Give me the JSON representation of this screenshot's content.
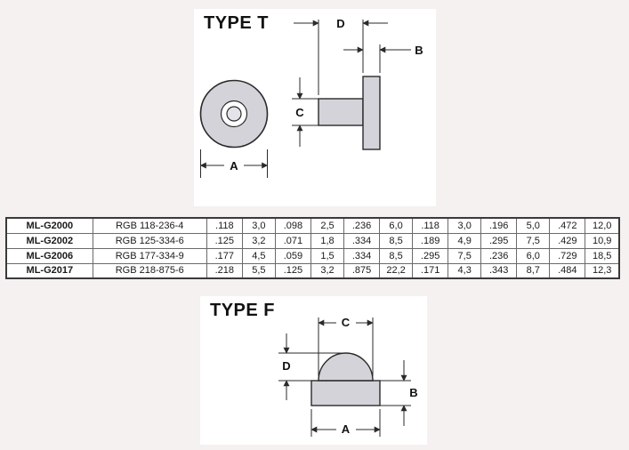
{
  "colors": {
    "page_bg": "#f4f1f0",
    "panel_bg": "#ffffff",
    "part_fill": "#d4d3da",
    "line": "#2a2a2a",
    "link_blue": "#2f36b4"
  },
  "type_t": {
    "title": "TYPE T",
    "dim_a": "A",
    "dim_b": "B",
    "dim_c": "C",
    "dim_d": "D"
  },
  "type_f": {
    "title": "TYPE F",
    "dim_a": "A",
    "dim_b": "B",
    "dim_c": "C",
    "dim_d": "D"
  },
  "table": {
    "rows": [
      {
        "part": "ML-G2000",
        "code": "RGB 118-236-4",
        "values": [
          ".118",
          "3,0",
          ".098",
          "2,5",
          ".236",
          "6,0",
          ".118",
          "3,0",
          ".196",
          "5,0",
          ".472",
          "12,0"
        ]
      },
      {
        "part": "ML-G2002",
        "code": "RGB 125-334-6",
        "values": [
          ".125",
          "3,2",
          ".071",
          "1,8",
          ".334",
          "8,5",
          ".189",
          "4,9",
          ".295",
          "7,5",
          ".429",
          "10,9"
        ]
      },
      {
        "part": "ML-G2006",
        "code": "RGB 177-334-9",
        "values": [
          ".177",
          "4,5",
          ".059",
          "1,5",
          ".334",
          "8,5",
          ".295",
          "7,5",
          ".236",
          "6,0",
          ".729",
          "18,5"
        ]
      },
      {
        "part": "ML-G2017",
        "code": "RGB 218-875-6",
        "values": [
          ".218",
          "5,5",
          ".125",
          "3,2",
          ".875",
          "22,2",
          ".171",
          "4,3",
          ".343",
          "8,7",
          ".484",
          "12,3"
        ]
      }
    ]
  }
}
